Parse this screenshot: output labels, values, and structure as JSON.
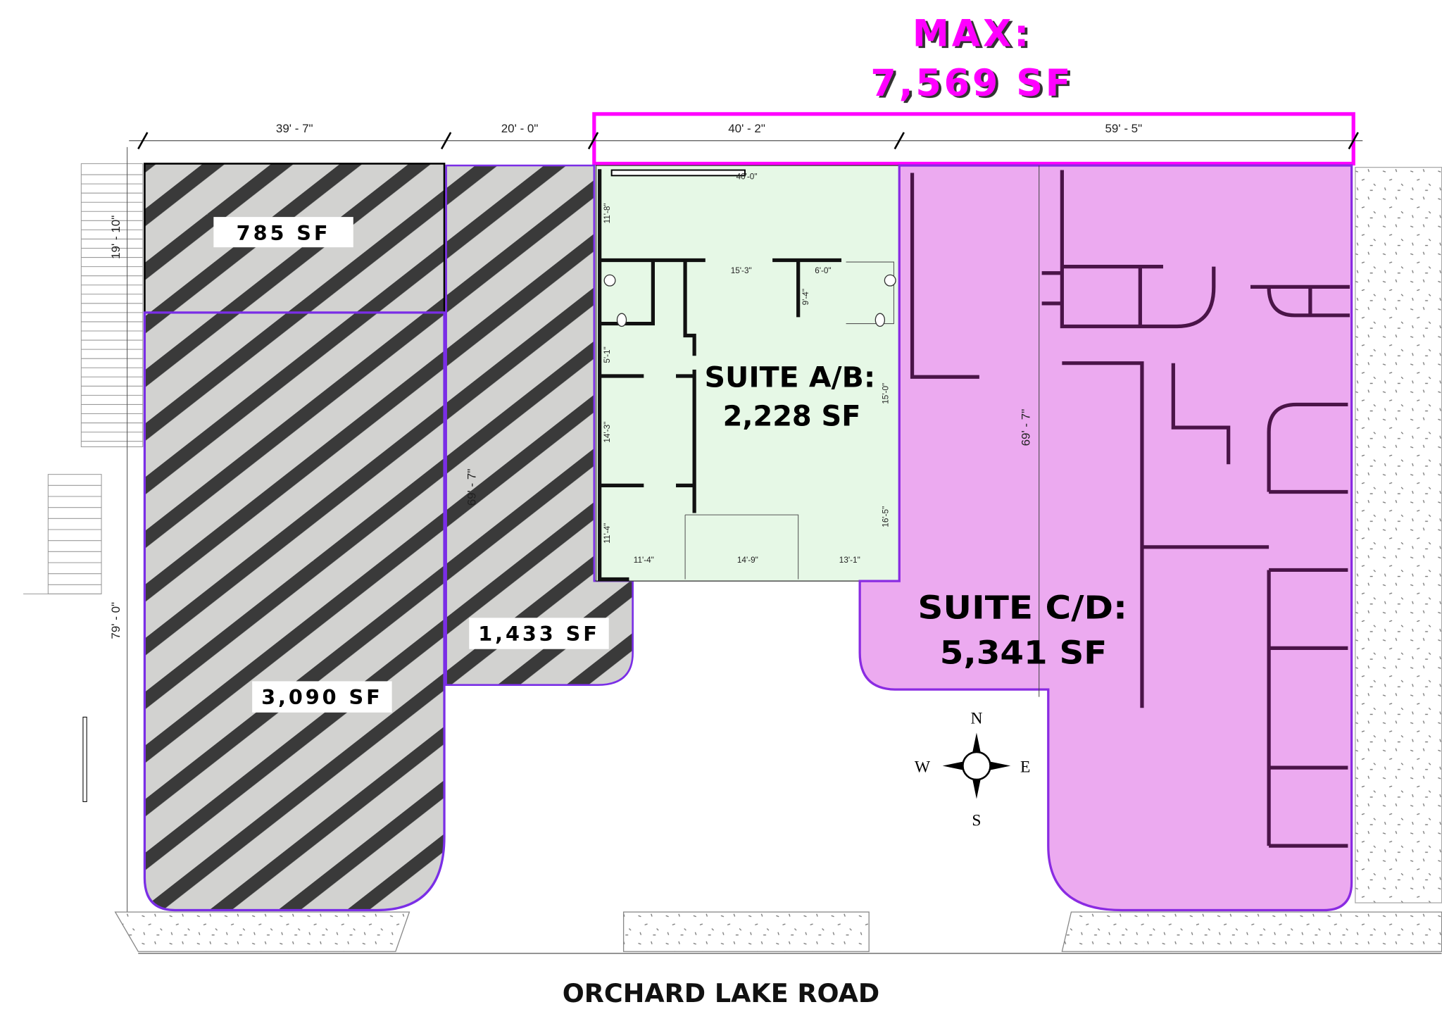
{
  "max": {
    "label": "MAX:",
    "area": "7,569 SF",
    "color": "#ff00ff"
  },
  "top_dimensions": [
    "39' - 7\"",
    "20' - 0\"",
    "40' - 2\"",
    "59' - 5\""
  ],
  "left_dimensions": [
    "19' - 10\"",
    "79' - 0\""
  ],
  "depth_dimension": "69' - 7\"",
  "hatched_areas": [
    {
      "label": "785 SF"
    },
    {
      "label": "3,090 SF"
    },
    {
      "label": "1,433 SF"
    }
  ],
  "suite_ab": {
    "name": "SUITE A/B:",
    "area": "2,228 SF",
    "color": "#e6f8e6"
  },
  "suite_cd": {
    "name": "SUITE C/D:",
    "area": "5,341 SF",
    "color": "#ecaaf0"
  },
  "suite_ab_dims": [
    "40'-0\"",
    "11'-8\"",
    "15'-3\"",
    "6'-0\"",
    "9'-4\"",
    "5'-1\"",
    "15'-0\"",
    "14'-3\"",
    "11'-4\"",
    "16'-5\"",
    "11'-4\"",
    "14'-9\"",
    "13'-1\""
  ],
  "compass": {
    "n": "N",
    "s": "S",
    "e": "E",
    "w": "W"
  },
  "road": "ORCHARD LAKE ROAD"
}
